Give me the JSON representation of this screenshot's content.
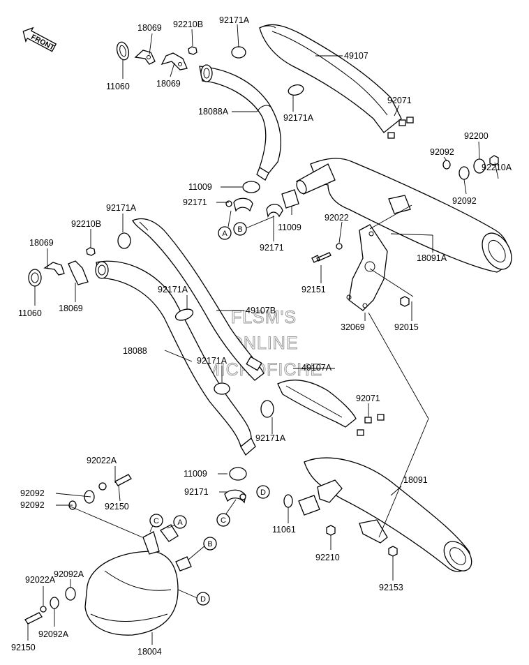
{
  "diagram": {
    "orientation_label": "FRONT",
    "watermark": [
      "FLSM'S",
      "ONLINE",
      "MICROFICHE"
    ],
    "callouts": [
      "A",
      "B",
      "C",
      "D"
    ],
    "part_labels": {
      "p11060_top": "11060",
      "p18069_top1": "18069",
      "p92210B_top": "92210B",
      "p92171A_top": "92171A",
      "p49107": "49107",
      "p18069_top2": "18069",
      "p18088A": "18088A",
      "p92171A_mid": "92171A",
      "p92071_top": "92071",
      "p92200": "92200",
      "p92092_r1": "92092",
      "p92210A": "92210A",
      "p92092_r2": "92092",
      "p11009_top": "11009",
      "p92171_left": "92171",
      "p11009_right": "11009",
      "p92171_right": "92171",
      "p92022": "92022",
      "p18091A": "18091A",
      "p92171A_left": "92171A",
      "p92210B_left": "92210B",
      "p18069_left1": "18069",
      "p11060_left": "11060",
      "p18069_left2": "18069",
      "p92151": "92151",
      "p32069": "32069",
      "p92015": "92015",
      "p92171A_c": "92171A",
      "p49107B": "49107B",
      "p18088": "18088",
      "p92171A_d": "92171A",
      "p49107A": "49107A",
      "p92071_mid": "92071",
      "p92171A_e": "92171A",
      "p18091": "18091",
      "p92022A_top": "92022A",
      "p92092_l1": "92092",
      "p92150_top": "92150",
      "p92092_l2": "92092",
      "p11009_bot": "11009",
      "p92171_bot": "92171",
      "p11061": "11061",
      "p92210": "92210",
      "p92092A_top": "92092A",
      "p92022A_bot": "92022A",
      "p92153": "92153",
      "p92092A_bot": "92092A",
      "p92150_bot": "92150",
      "p18004": "18004"
    }
  }
}
